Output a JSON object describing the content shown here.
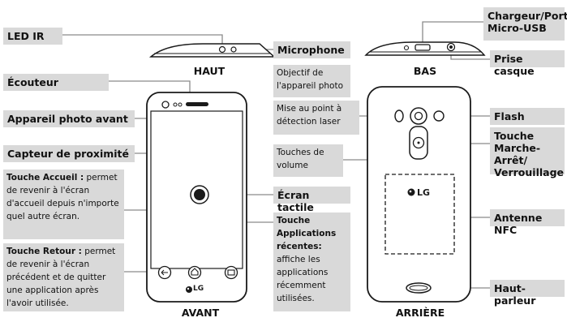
{
  "captions": {
    "haut": "HAUT",
    "bas": "BAS",
    "avant": "AVANT",
    "arriere": "ARRIÈRE"
  },
  "labels": {
    "led_ir": "LED IR",
    "microphone": "Microphone",
    "chargeur": "Chargeur/Port Micro-USB",
    "prise_casque": "Prise casque",
    "ecouteur": "Écouteur",
    "photo_avant": "Appareil photo avant",
    "capteur": "Capteur de proximité",
    "accueil_strong": "Touche Accueil :",
    "accueil_rest": " permet de revenir à l'écran d'accueil depuis n'importe quel autre écran.",
    "retour_strong": "Touche Retour :",
    "retour_rest": " permet de revenir à l'écran précédent et de quitter une application après l'avoir utilisée.",
    "objectif": "Objectif de l'appareil photo",
    "laser": "Mise au point à détection laser",
    "volume": "Touches de volume",
    "ecran": "Écran tactile",
    "recentes_strong": "Touche Applications récentes:",
    "recentes_rest": " affiche les applications récemment utilisées.",
    "flash": "Flash",
    "marche": "Touche Marche-Arrêt/ Verrouillage",
    "nfc": "Antenne NFC",
    "haut_parleur": "Haut-parleur"
  },
  "brand": {
    "front_logo": "LG",
    "back_logo": "LG"
  }
}
